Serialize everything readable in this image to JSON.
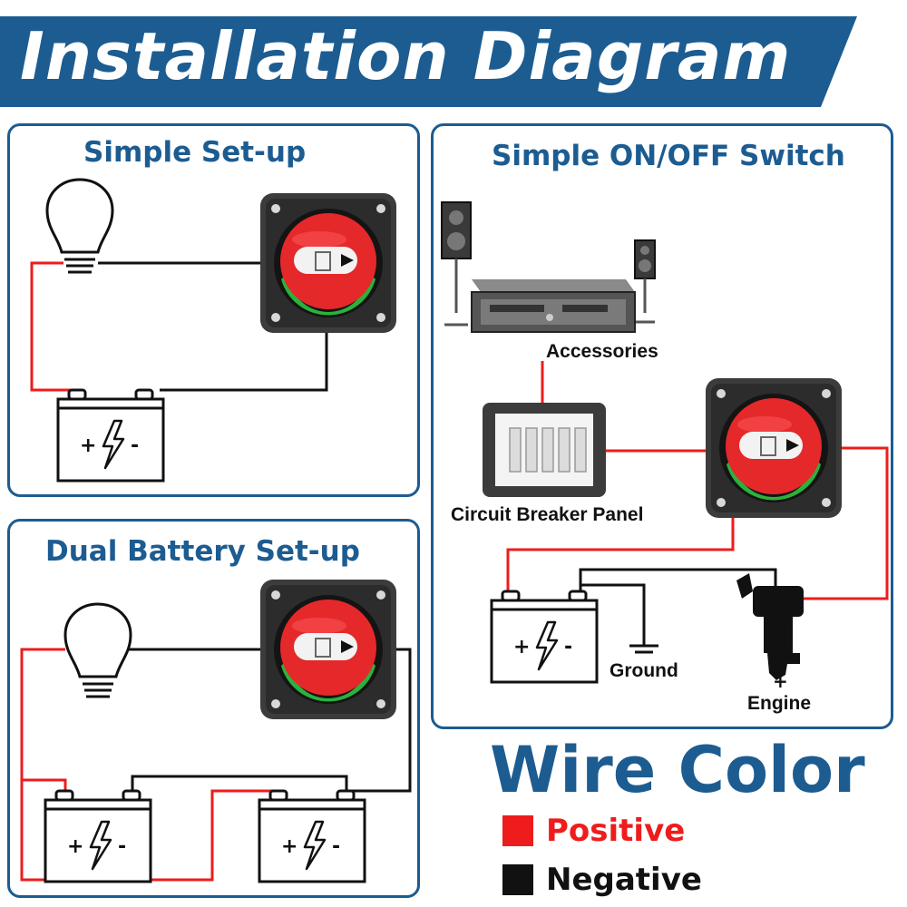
{
  "title": "Installation Diagram",
  "panels": {
    "simple": "Simple Set-up",
    "dual": "Dual Battery Set-up",
    "onoff": "Simple ON/OFF Switch"
  },
  "labels": {
    "accessories": "Accessories",
    "breaker": "Circuit Breaker Panel",
    "ground": "Ground",
    "engine": "Engine"
  },
  "legend": {
    "title": "Wire Color",
    "items": [
      {
        "name": "Positive",
        "color": "#ee1c1c"
      },
      {
        "name": "Negative",
        "color": "#111111"
      }
    ]
  },
  "colors": {
    "brand": "#1c5c91",
    "positive_wire": "#ee1c1c",
    "negative_wire": "#111111",
    "switch_knob": "#e5282a",
    "switch_base": "#3a3a3a"
  },
  "icons": [
    "light-bulb-icon",
    "battery-icon",
    "battery-switch-icon",
    "speaker-icon",
    "stereo-icon",
    "circuit-breaker-icon",
    "ground-icon",
    "outboard-engine-icon"
  ]
}
